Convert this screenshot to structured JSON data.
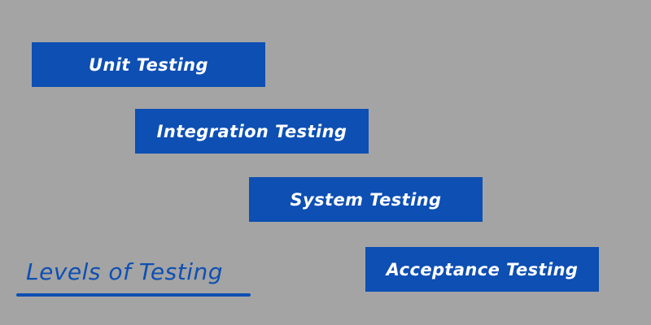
{
  "title": "Levels of Testing",
  "levels": [
    {
      "label": "Unit Testing"
    },
    {
      "label": "Integration Testing"
    },
    {
      "label": "System Testing"
    },
    {
      "label": "Acceptance Testing"
    }
  ],
  "colors": {
    "background": "#a4a4a4",
    "box_fill": "#0d4fb3",
    "box_text": "#ffffff",
    "title_text": "#0d4fb3"
  }
}
